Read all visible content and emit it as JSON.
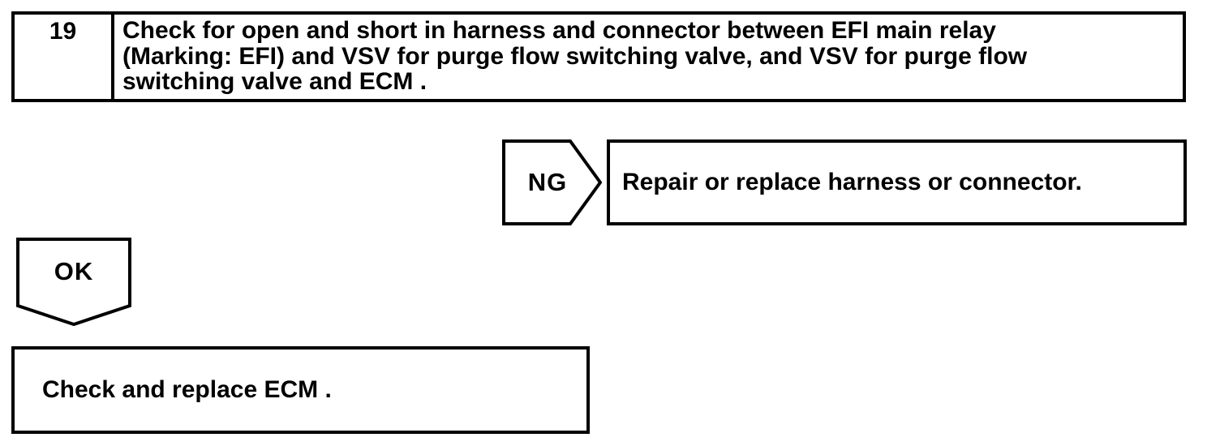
{
  "flowchart": {
    "step": {
      "number": "19",
      "instruction_lines": [
        "Check for open and short in harness and connector between EFI main relay",
        "(Marking: EFI) and VSV for purge flow switching valve, and VSV for purge flow",
        "switching valve and ECM ."
      ]
    },
    "ng_branch": {
      "label": "NG",
      "action": "Repair or replace harness or connector."
    },
    "ok_branch": {
      "label": "OK",
      "action": "Check and replace ECM ."
    },
    "colors": {
      "ink": "#000000",
      "paper": "#ffffff"
    }
  }
}
